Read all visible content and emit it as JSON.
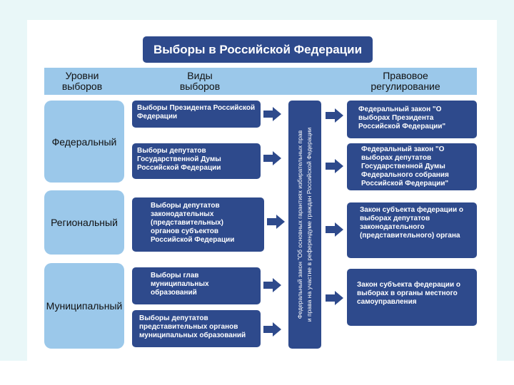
{
  "title": "Выборы в Российской Федерации",
  "header": {
    "levels": "Уровни выборов",
    "types": "Виды выборов",
    "regulation": "Правовое регулирование"
  },
  "levels": [
    "Федеральный",
    "Региональный",
    "Муниципальный"
  ],
  "election_types": [
    "Выборы Президента Российской Федерации",
    "Выборы депутатов Государственной Думы Российской Федерации",
    "Выборы депутатов законодательных (представительных) органов субъектов Российской Федерации",
    "Выборы глав муниципальных образований",
    "Выборы депутатов представительных органов муниципальных образований"
  ],
  "central_law": {
    "line1": "Федеральный закон \"Об основных гарантиях избирательных прав",
    "line2": "и права на участие в референдуме граждан Российской Федерации"
  },
  "laws": [
    "Федеральный закон \"О выборах Президента Российской Федерации\"",
    "Федеральный закон \"О выборах депутатов Государственной Думы Федерального собрания Российской Федерации\"",
    "Закон субъекта федерации о выборах депутатов законодательного (представительного) органа",
    "Закон субъекта федерации о выборах в органы местного самоуправления"
  ],
  "colors": {
    "dark_blue": "#2e4a8c",
    "light_blue": "#9bc8ea",
    "background": "#e9f7f8"
  }
}
